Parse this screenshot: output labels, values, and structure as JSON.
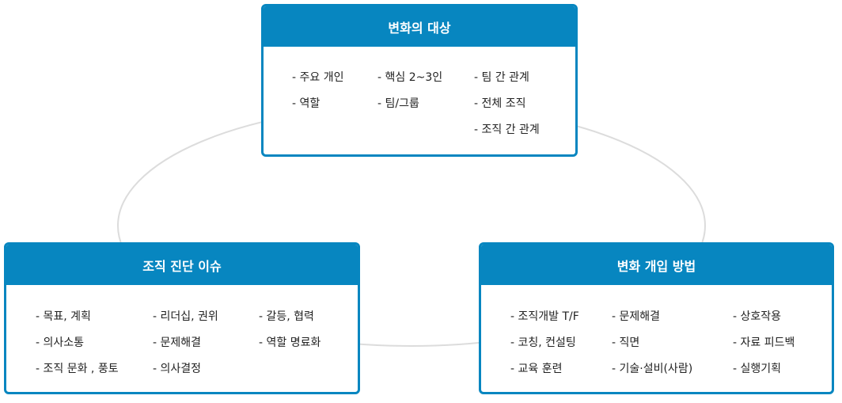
{
  "diagram": {
    "colors": {
      "primary": "#0786c0",
      "ring": "#dcdcdc",
      "text": "#222222"
    },
    "boxes": {
      "top": {
        "title": "변화의 대상",
        "columns": [
          [
            "- 주요 개인",
            "- 역할"
          ],
          [
            "- 핵심 2~3인",
            "- 팀/그룹"
          ],
          [
            "- 팀 간 관계",
            "- 전체 조직",
            "- 조직 간 관계"
          ]
        ]
      },
      "left": {
        "title": "조직 진단 이슈",
        "columns": [
          [
            "- 목표, 계획",
            "- 의사소통",
            "- 조직 문화 , 풍토"
          ],
          [
            "- 리더십, 권위",
            "- 문제해결",
            "- 의사결정"
          ],
          [
            "- 갈등, 협력",
            "- 역할 명료화"
          ]
        ]
      },
      "right": {
        "title": "변화 개입 방법",
        "columns": [
          [
            "- 조직개발 T/F",
            "- 코칭, 컨설팅",
            "- 교육 훈련"
          ],
          [
            "- 문제해결",
            "- 직면",
            "- 기술·설비(사람)"
          ],
          [
            "- 상호작용",
            "- 자료 피드백",
            "- 실행기획"
          ]
        ]
      }
    }
  }
}
